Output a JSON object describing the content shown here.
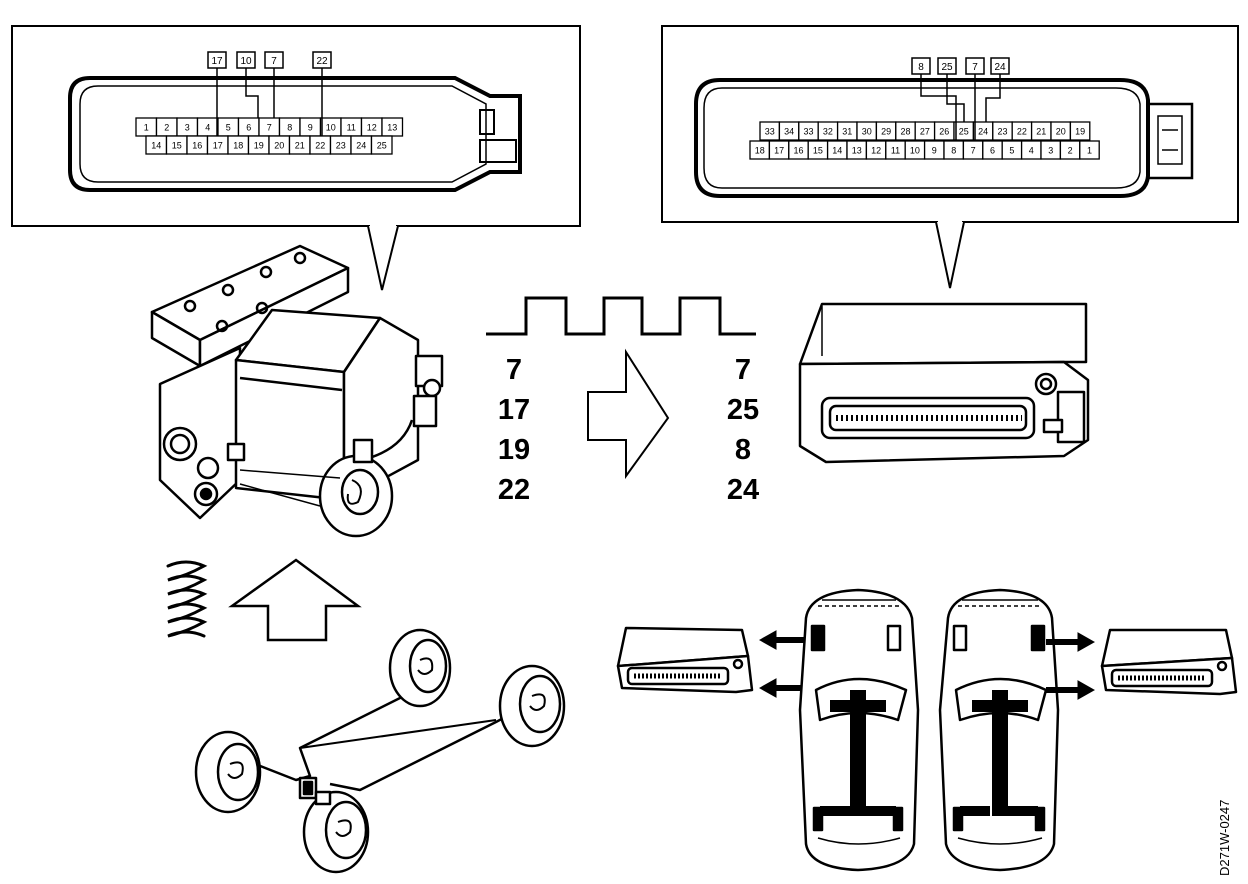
{
  "left_connector": {
    "callouts": [
      "17",
      "10",
      "7",
      "22"
    ],
    "row_top": [
      "1",
      "2",
      "3",
      "4",
      "5",
      "6",
      "7",
      "8",
      "9",
      "10",
      "11",
      "12",
      "13"
    ],
    "row_bottom": [
      "14",
      "15",
      "16",
      "17",
      "18",
      "19",
      "20",
      "21",
      "22",
      "23",
      "24",
      "25"
    ]
  },
  "right_connector": {
    "callouts": [
      "8",
      "25",
      "7",
      "24"
    ],
    "row_top": [
      "33",
      "34",
      "33",
      "32",
      "31",
      "30",
      "29",
      "28",
      "27",
      "26",
      "25",
      "24",
      "23",
      "22",
      "21",
      "20",
      "19"
    ],
    "row_bottom": [
      "18",
      "17",
      "16",
      "15",
      "14",
      "13",
      "12",
      "11",
      "10",
      "9",
      "8",
      "7",
      "6",
      "5",
      "4",
      "3",
      "2",
      "1"
    ]
  },
  "pin_mapping": {
    "from": [
      "7",
      "17",
      "19",
      "22"
    ],
    "to": [
      "7",
      "25",
      "8",
      "24"
    ]
  },
  "document_code": "D271W-0247",
  "icons": [
    "abs-hydraulic-unit-icon",
    "signal-waveform-icon",
    "transfer-arrow-icon",
    "control-module-icon",
    "spring-icon",
    "up-arrow-icon",
    "wheel-sensor-icon",
    "car-top-view-icon"
  ]
}
